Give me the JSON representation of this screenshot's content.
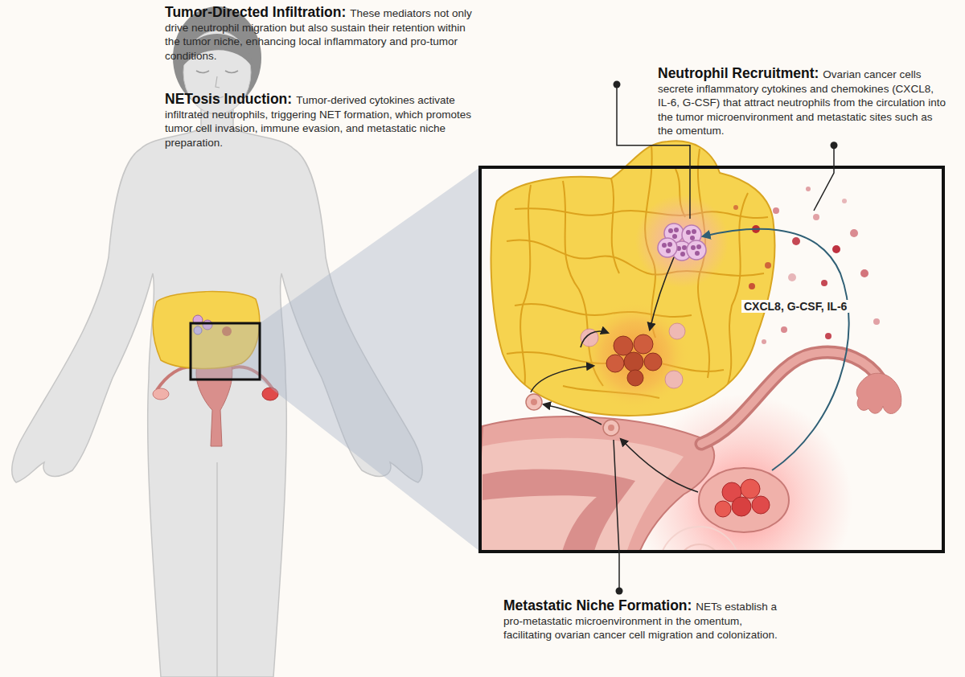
{
  "diagram": {
    "nodes": [
      {
        "text": [
          "Tumor-Directed Infiltration:",
          "These mediators not only drive neutrophil migration but also sustain their retention within the tumor niche, enhancing local inflammatory and pro-tumor conditions."
        ]
      },
      {
        "text": [
          "NETosis Induction:",
          "Tumor-derived cytokines activate infiltrated neutrophils, triggering NET formation, which promotes tumor cell invasion, immune evasion, and metastatic niche preparation."
        ]
      },
      {
        "text": [
          "Neutrophil Recruitment:",
          "Ovarian cancer cells secrete inflammatory cytokines and chemokines (CXCL8, IL-6, G-CSF) that attract neutrophils from the circulation into the tumor microenvironment and metastatic sites such as the omentum."
        ]
      },
      {
        "text": [
          "Metastatic Niche Formation:",
          "NETs establish a pro-metastatic microenvironment in the omentum, facilitating ovarian cancer cell migration and colonization."
        ]
      }
    ],
    "labels": [
      "CXCL8, G-CSF, IL-6"
    ]
  }
}
